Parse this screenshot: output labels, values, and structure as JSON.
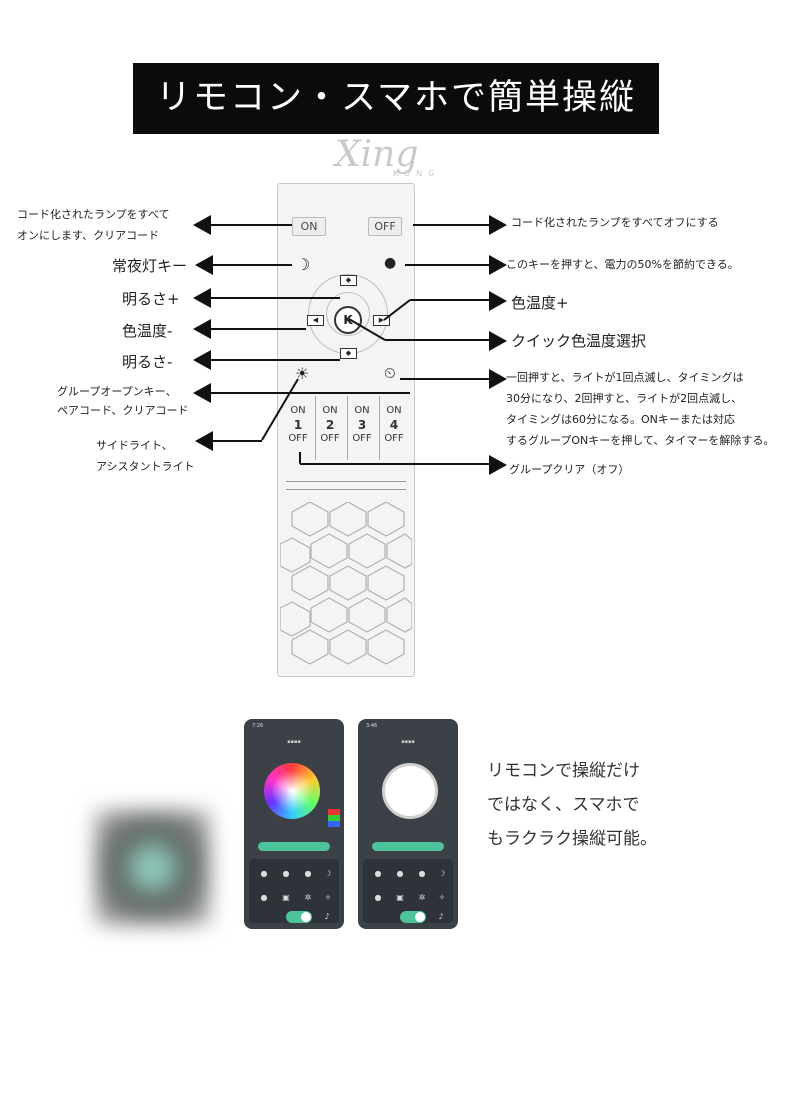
{
  "title": "リモコン・スマホで簡単操縦",
  "logo": {
    "text": "Xing",
    "sub": "KONG"
  },
  "remote": {
    "on": "ON",
    "off": "OFF",
    "k": "K",
    "groups": [
      {
        "on": "ON",
        "num": "1",
        "off": "OFF"
      },
      {
        "on": "ON",
        "num": "2",
        "off": "OFF"
      },
      {
        "on": "ON",
        "num": "3",
        "off": "OFF"
      },
      {
        "on": "ON",
        "num": "4",
        "off": "OFF"
      }
    ]
  },
  "left_labels": {
    "code_on_1": "コード化されたランプをすべて",
    "code_on_2": "オンにします、クリアコード",
    "night": "常夜灯キー",
    "bright_up": "明るさ+",
    "ct_down": "色温度-",
    "bright_down": "明るさ-",
    "group_open_1": "グループオープンキー、",
    "group_open_2": "ペアコード、クリアコード",
    "side_1": "サイドライト、",
    "side_2": "アシスタントライト"
  },
  "right_labels": {
    "code_off": "コード化されたランプをすべてオフにする",
    "save": "このキーを押すと、電力の50%を節約できる。",
    "ct_up": "色温度+",
    "quick": "クイック色温度選択",
    "timer_1": "一回押すと、ライトが1回点滅し、タイミングは",
    "timer_2": "30分になり、2回押すと、ライトが2回点滅し、",
    "timer_3": "タイミングは60分になる。ONキーまたは対応",
    "timer_4": "するグループONキーを押して、タイマーを解除する。",
    "group_clear": "グループクリア（オフ）"
  },
  "bottom_text": {
    "line1": "リモコンで操縦だけ",
    "line2": "ではなく、スマホで",
    "line3": "もラクラク操縦可能。"
  },
  "phones": [
    {
      "time": "7:26"
    },
    {
      "time": "3:46"
    }
  ],
  "colors": {
    "banner": "#0b0b0b",
    "accent": "#4cc39a",
    "phone": "#3c4148"
  }
}
